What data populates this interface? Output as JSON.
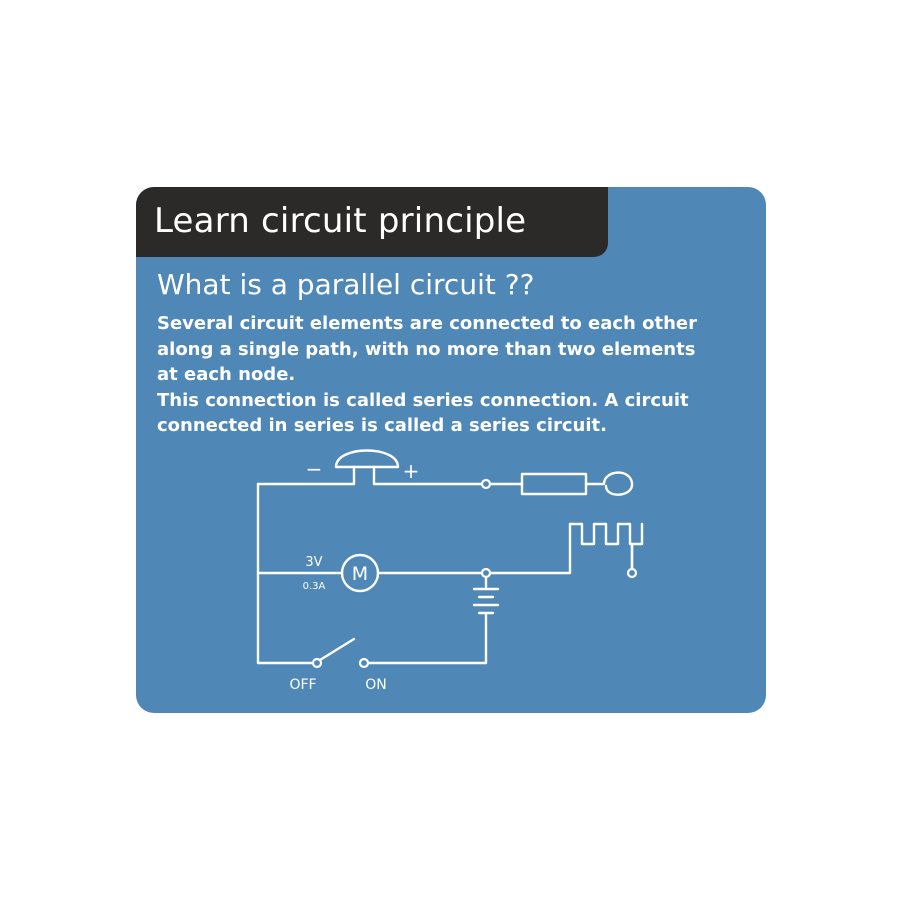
{
  "header": {
    "title": "Learn circuit principle"
  },
  "content": {
    "heading": "What is a parallel circuit ??",
    "paragraph_lines": [
      "Several circuit elements are connected to each other",
      "along a single path, with no more than two elements",
      "at each node.",
      "This connection is called series connection. A circuit",
      "connected in series is called a series circuit."
    ]
  },
  "diagram": {
    "minus_sign": "−",
    "plus_sign": "+",
    "motor_symbol": "M",
    "voltage_label": "3V",
    "current_label": "0.3A",
    "switch_off_label": "OFF",
    "switch_on_label": "ON"
  },
  "colors": {
    "card_background": "#4f87b7",
    "title_background": "#2c2a29",
    "text": "#ffffff",
    "page_background": "#ffffff"
  }
}
